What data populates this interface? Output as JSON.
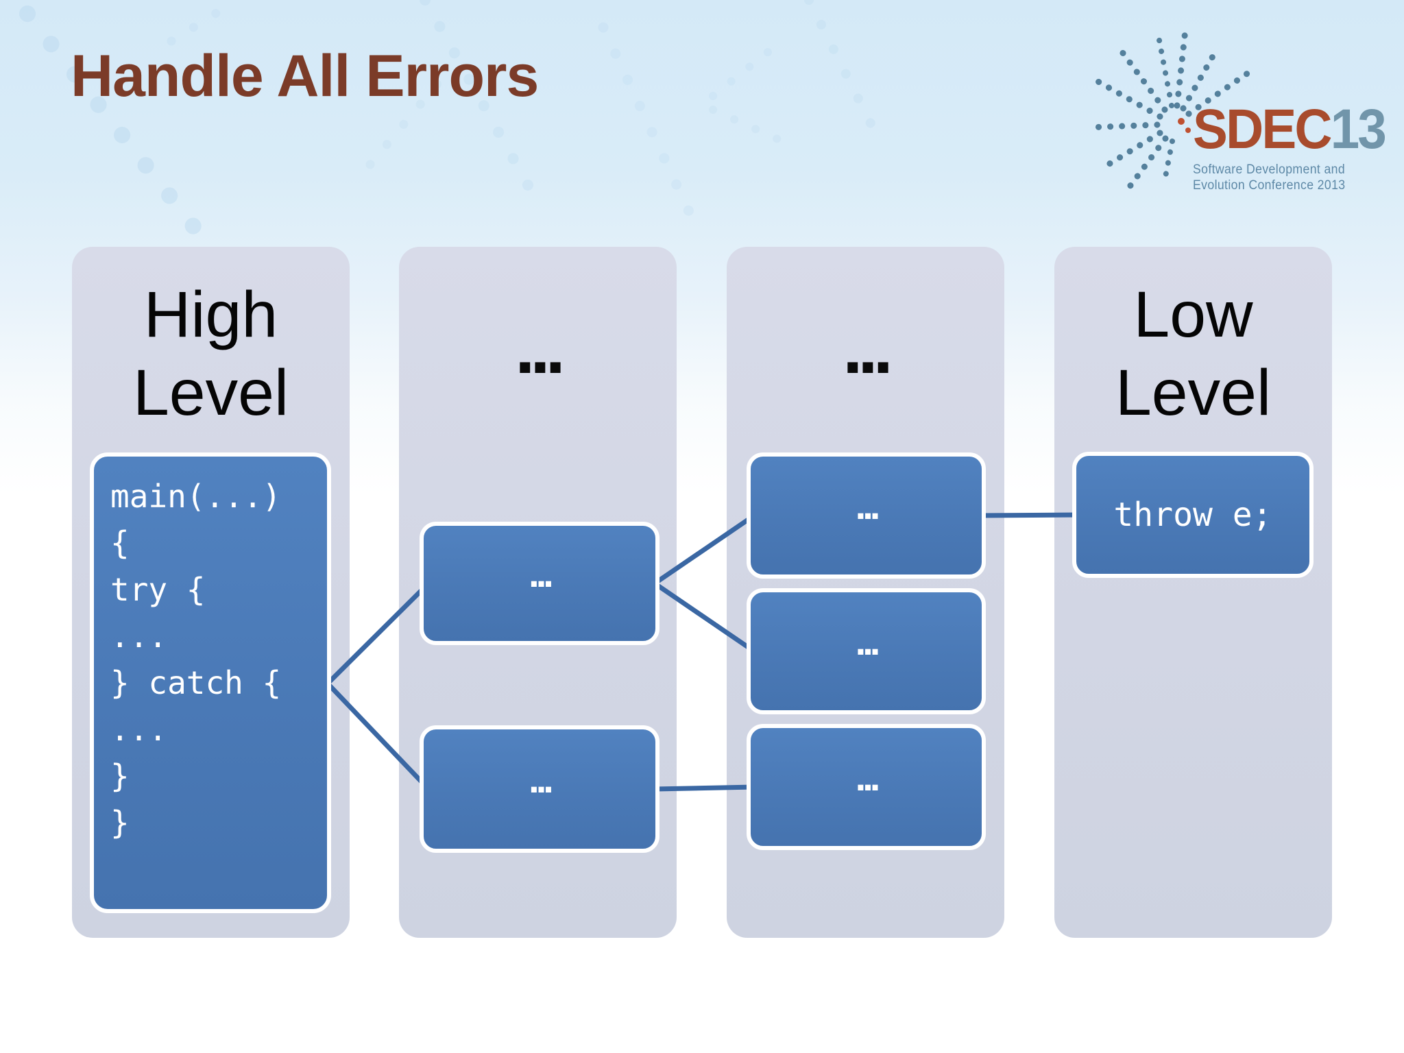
{
  "slide_title": "Handle All Errors",
  "logo": {
    "brand_sdec": "SDEC",
    "brand_year": "13",
    "tagline_line1": "Software Development and",
    "tagline_line2": "Evolution Conference 2013"
  },
  "diagram": {
    "columns": [
      {
        "id": "high-level",
        "header_line1": "High",
        "header_line2": "Level"
      },
      {
        "id": "mid-1",
        "header_dots": "..."
      },
      {
        "id": "mid-2",
        "header_dots": "..."
      },
      {
        "id": "low-level",
        "header_line1": "Low",
        "header_line2": "Level"
      }
    ],
    "high_level_code": [
      "main(...)",
      "{",
      "try {",
      "...",
      "} catch {",
      "...",
      "}",
      "}"
    ],
    "mid1_nodes": [
      "...",
      "..."
    ],
    "mid2_nodes": [
      "...",
      "...",
      "..."
    ],
    "low_level_node": "throw e;"
  },
  "colors": {
    "title": "#7b3b28",
    "background_top": "#d4e9f7",
    "panel": "#d3d7e4",
    "node_fill": "#4c7bb9",
    "node_border": "#ffffff",
    "connector": "#3a67a3",
    "logo_orange": "#a84b2c",
    "logo_blue": "#7195aa",
    "logo_dots": "#54809c"
  }
}
